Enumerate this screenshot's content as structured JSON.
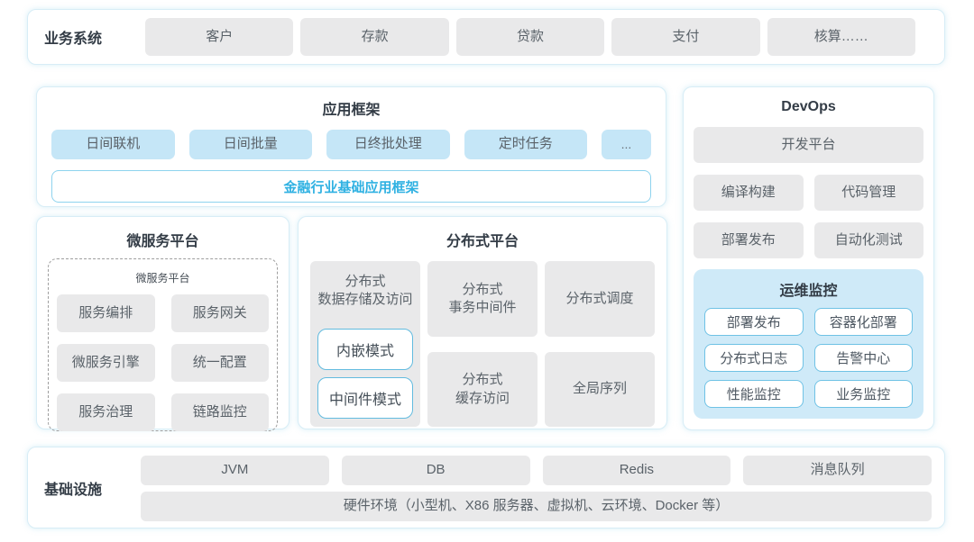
{
  "colors": {
    "panel_border": "#d7edf6",
    "box_gray": "#e9e9ea",
    "box_blue": "#c5e6f7",
    "monitor_bg": "#cfeaf8",
    "inner_box_border": "#6fc2e5",
    "accent_text": "#2fb1e2",
    "title_text": "#333c46",
    "box_text": "#5a6269"
  },
  "business_systems": {
    "label": "业务系统",
    "items": [
      "客户",
      "存款",
      "贷款",
      "支付",
      "核算……"
    ]
  },
  "app_framework": {
    "title": "应用框架",
    "modules": [
      "日间联机",
      "日间批量",
      "日终批处理",
      "定时任务",
      "..."
    ],
    "base_framework": "金融行业基础应用框架"
  },
  "devops": {
    "title": "DevOps",
    "dev_platform": "开发平台",
    "tools": [
      "编译构建",
      "代码管理",
      "部署发布",
      "自动化测试"
    ],
    "monitoring": {
      "title": "运维监控",
      "items": [
        "部署发布",
        "容器化部署",
        "分布式日志",
        "告警中心",
        "性能监控",
        "业务监控"
      ]
    }
  },
  "microservice_platform": {
    "title": "微服务平台",
    "inner_title": "微服务平台",
    "items": [
      "服务编排",
      "服务网关",
      "微服务引擎",
      "统一配置",
      "服务治理",
      "链路监控"
    ]
  },
  "distributed_platform": {
    "title": "分布式平台",
    "storage": {
      "label": "分布式\n数据存储及访问",
      "modes": [
        "内嵌模式",
        "中间件模式"
      ]
    },
    "cells": [
      "分布式\n事务中间件",
      "分布式调度",
      "分布式\n缓存访问",
      "全局序列"
    ]
  },
  "infrastructure": {
    "label": "基础设施",
    "items": [
      "JVM",
      "DB",
      "Redis",
      "消息队列"
    ],
    "hardware": "硬件环境（小型机、X86 服务器、虚拟机、云环境、Docker 等）"
  }
}
